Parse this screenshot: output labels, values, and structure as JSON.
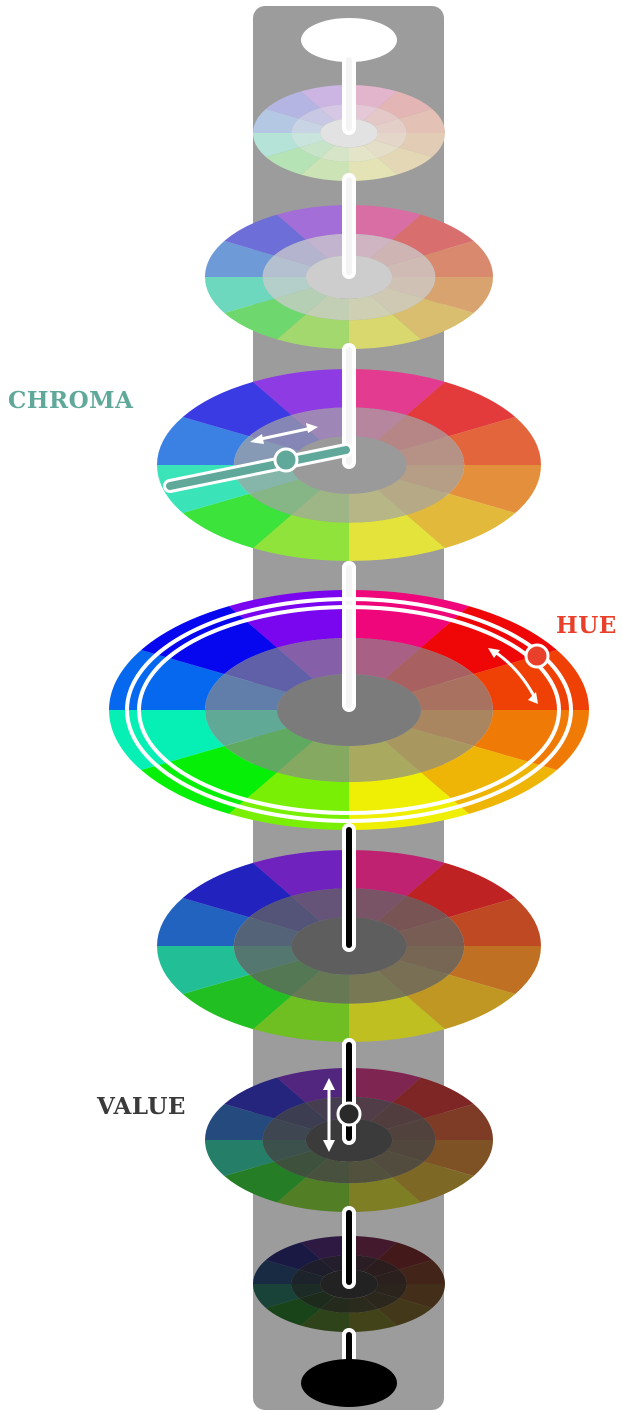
{
  "labels": {
    "chroma": "CHROMA",
    "hue": "HUE",
    "value": "VALUE"
  },
  "colors": {
    "chroma_label": "#5fa89a",
    "hue_label": "#e8402a",
    "value_label": "#3a3a3a",
    "column_background": "#9c9c9c",
    "axis_stem": "#ffffff",
    "top_cap": "#ffffff",
    "bottom_cap": "#000000"
  },
  "hue_sequence": [
    "red",
    "orange-red",
    "orange",
    "yellow-orange",
    "yellow",
    "yellow-green",
    "green",
    "blue-green",
    "blue",
    "blue-violet",
    "violet",
    "red-violet"
  ],
  "value_levels": [
    {
      "level": "white"
    },
    {
      "level": "very light"
    },
    {
      "level": "light"
    },
    {
      "level": "middle"
    },
    {
      "level": "dark"
    },
    {
      "level": "darker"
    },
    {
      "level": "very dark"
    },
    {
      "level": "black"
    }
  ],
  "icons": [
    "chroma-slider-icon",
    "hue-rotation-arrow-icon",
    "value-vertical-arrow-icon"
  ]
}
